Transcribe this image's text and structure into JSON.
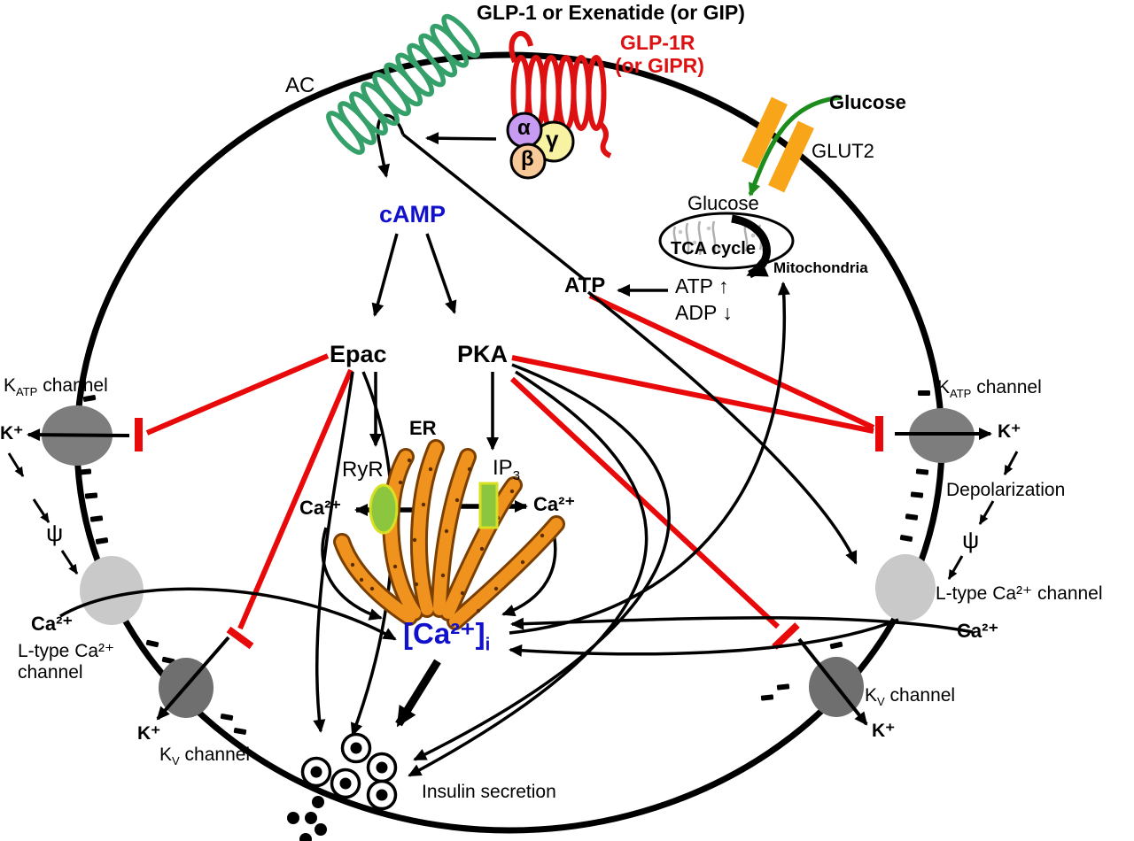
{
  "title": "GLP-1 or Exenatide (or GIP)",
  "receptor": {
    "name_line1": "GLP-1R",
    "name_line2": "(or GIPR)",
    "ac_label": "AC",
    "glut2_label": "GLUT2"
  },
  "g_protein": {
    "alpha": "α",
    "beta": "β",
    "gamma": "γ"
  },
  "glucose": {
    "outside": "Glucose",
    "inside": "Glucose"
  },
  "mitochondria": {
    "label": "Mitochondria",
    "tca_cycle": "TCA cycle",
    "atp_up": "ATP ↑",
    "adp_down": "ADP ↓"
  },
  "messengers": {
    "atp": "ATP",
    "camp": "cAMP",
    "epac": "Epac",
    "pka": "PKA",
    "ryr": "RyR",
    "ip3": {
      "pre": "IP",
      "sub": "3"
    },
    "er": "ER",
    "ca_er_left": "Ca²⁺",
    "ca_er_right": "Ca²⁺",
    "ca_i": {
      "main": "[Ca²⁺]",
      "sub": "i"
    }
  },
  "channels": {
    "katp_left": {
      "pre": "K",
      "sub": "ATP",
      "post": " channel"
    },
    "katp_right": {
      "pre": "K",
      "sub": "ATP",
      "post": " channel"
    },
    "kv_left": {
      "pre": "K",
      "sub": "V",
      "post": " channel"
    },
    "kv_right": {
      "pre": "K",
      "sub": "V",
      "post": " channel"
    },
    "ltype_left_line1": "L-type Ca²⁺",
    "ltype_left_line2": "channel",
    "ltype_right": "L-type Ca²⁺ channel",
    "k_plus_left_top": "K⁺",
    "k_plus_right_top": "K⁺",
    "k_plus_left_bottom": "K⁺",
    "k_plus_right_bottom": "K⁺",
    "ca_left": "Ca²⁺",
    "ca_right": "Ca²⁺",
    "depolarization": "Depolarization",
    "psi_left": "ψ",
    "psi_right": "ψ"
  },
  "secretion": {
    "label": "Insulin secretion"
  },
  "colors": {
    "receptor_red": "#DD1111",
    "inhibit_red": "#E80A0A",
    "ac_green": "#36A06A",
    "glucose_green": "#1C8C1C",
    "glut2_orange": "#F9A51A",
    "er_orange": "#F0921E",
    "er_channel_green": "#8CC63E",
    "camp_blue": "#1111CC",
    "katp_gray": "#7D7D7D",
    "ltype_gray": "#C9C9C9",
    "kv_gray": "#6F6F6F",
    "gprotein_alpha": "#C79BF2",
    "gprotein_beta": "#F7C998",
    "gprotein_gamma": "#F7F3A3"
  }
}
